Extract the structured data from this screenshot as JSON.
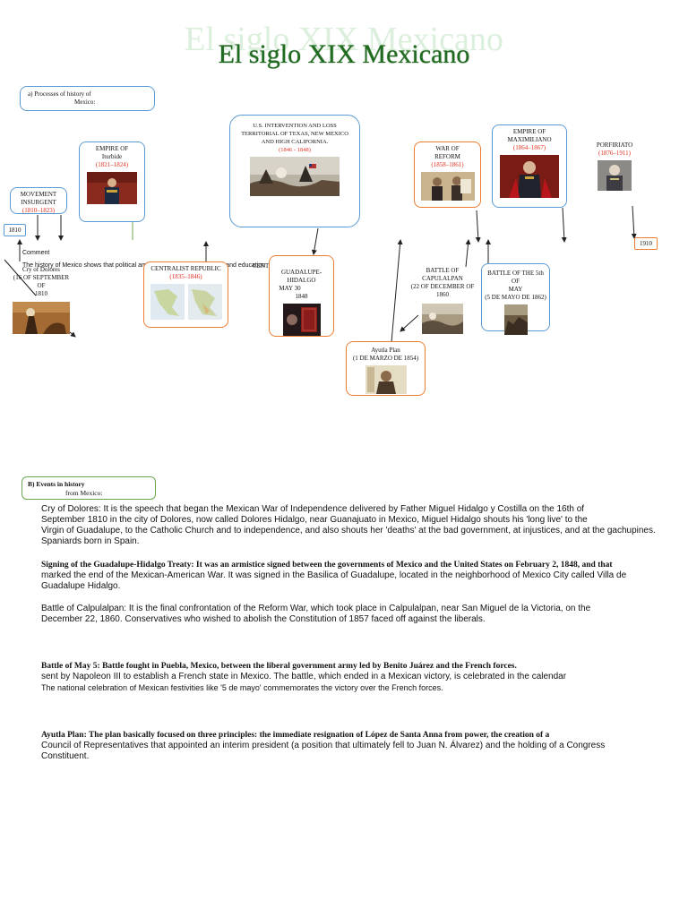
{
  "title": "El siglo XIX Mexicano",
  "section_a": {
    "header_line1": "a) Processes of history of",
    "header_line2": "Mexico:"
  },
  "boxes": {
    "insurgent": {
      "line1": "MOVEMENT",
      "line2": "INSURGENT",
      "dates": "(1810–1823)"
    },
    "iturbide": {
      "line1": "EMPIRE OF",
      "line2": "Iturbide",
      "dates": "(1821–1824)"
    },
    "us_intervention": {
      "text": "U.S. INTERVENTION AND LOSS TERRITORIAL OF TEXAS, NEW MEXICO AND HIGH CALIFORNIA.",
      "dates": "(1846 - 1848)"
    },
    "war_reform": {
      "line1": "WAR OF",
      "line2": "REFORM",
      "dates": "(1858–1861)"
    },
    "maximiliano": {
      "line1": "EMPIRE OF",
      "line2": "MAXIMILIANO",
      "dates": "(1864–1867)"
    },
    "porfiriato": {
      "line1": "PORFIRIATO",
      "dates": "(1876–1911)"
    },
    "centralist": {
      "text": "CENTRALIST REPUBLIC",
      "dates": "(1835–1846)"
    },
    "guadalupe": {
      "line1": "GUADALUPE-",
      "line2": "HIDALGO",
      "line3": "MAY 30",
      "line4": "1848"
    },
    "capulalpan": {
      "line1": "BATTLE OF CAPULALPAN",
      "line2": "(22 OF DECEMBER OF",
      "line3": "1860"
    },
    "may5": {
      "line1": "BATTLE OF THE 5th OF",
      "line2": "MAY",
      "line3": "(5 DE MAYO DE 1862)"
    },
    "ayutla": {
      "line1": "Ayutla Plan",
      "line2": "(1 DE MARZO DE 1854)"
    },
    "dolores": {
      "line1": "Cry of Dolores",
      "line2": "(16 OF SEPTEMBER OF",
      "line3": "1810"
    },
    "year_1810": "1810",
    "year_1910": "1910"
  },
  "comment": {
    "label": "Comment",
    "text": "The history of Mexico shows that political ambitions, lack of organization, and education",
    "suffix": "CENTRALIST"
  },
  "section_b": {
    "header_line1": "B) Events in history",
    "header_line2": "from Mexico:"
  },
  "bullet_marker": "",
  "events": [
    {
      "line1": "Cry of Dolores: It is the speech that began the Mexican War of Independence delivered by Father Miguel Hidalgo y Costilla on the 16th of",
      "line2": "September 1810 in the city of Dolores, now called Dolores Hidalgo, near Guanajuato in Mexico, Miguel Hidalgo shouts his 'long live' to the",
      "line3": "Virgin of Guadalupe, to the Catholic Church and to independence, and also shouts her 'deaths' at the bad government, at injustices, and at the gachupines.",
      "line4": "Spaniards born in Spain."
    },
    {
      "line1": "Signing of the Guadalupe-Hidalgo Treaty: It was an armistice signed between the governments of Mexico and the United States on February 2, 1848, and that",
      "line2": "marked the end of the Mexican-American War. It was signed in the Basilica of Guadalupe, located in the neighborhood of Mexico City called Villa de",
      "line3": "Guadalupe Hidalgo."
    },
    {
      "line1": "Battle of Calpulalpan: It is the final confrontation of the Reform War, which took place in Calpulalpan, near San Miguel de la Victoria, on the",
      "line2": "December 22, 1860. Conservatives who wished to abolish the Constitution of 1857 faced off against the liberals."
    },
    {
      "line1": "Battle of May 5: Battle fought in Puebla, Mexico, between the liberal government army led by Benito Juárez and the French forces.",
      "line2": "sent by Napoleon III to establish a French state in Mexico. The battle, which ended in a Mexican victory, is celebrated in the calendar",
      "line3": "The national celebration of Mexican festivities like '5 de mayo' commemorates the victory over the French forces."
    },
    {
      "line1": "Ayutla Plan: The plan basically focused on three principles: the immediate resignation of López de Santa Anna from power, the creation of a",
      "line2": "Council of Representatives that appointed an interim president (a position that ultimately fell to Juan N. Álvarez) and the holding of a Congress",
      "line3": "Constituent."
    }
  ],
  "colors": {
    "title": "#1f6b1f",
    "title_ghost": "#dcefdc",
    "box_blue": "#5b9bd5",
    "box_orange": "#ed7d31",
    "dates_red": "#e03020",
    "section_b_border": "#6aa84f"
  }
}
